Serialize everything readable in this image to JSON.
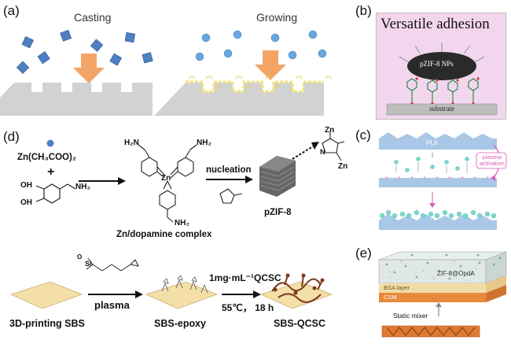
{
  "panels": {
    "a": {
      "letter": "(a)",
      "casting": "Casting",
      "growing": "Growing"
    },
    "b": {
      "letter": "(b)",
      "title": "Versatile adhesion",
      "np_label": "pZIF-8 NPs",
      "substrate": "substrate"
    },
    "c": {
      "letter": "(c)",
      "pla": "PLA",
      "plasma_activation": "plasma activation"
    },
    "d": {
      "letter": "(d)",
      "zinc_acetate": "Zn(CH₃COO)₂",
      "plus": "+",
      "oh1": "OH",
      "oh2": "OH",
      "nh2_dopamine": "NH₂",
      "complex_label": "Zn/dopamine complex",
      "complex_nh2_left": "H₂N",
      "complex_nh2_right": "NH₂",
      "complex_nh2_bottom": "NH₂",
      "complex_zn": "Zn",
      "nucleation": "nucleation",
      "pzif8": "pZIF-8",
      "zn_top": "Zn",
      "zn_bottom": "Zn",
      "n": "N",
      "plasma": "plasma",
      "concentration": "1mg·mL⁻¹QCSC",
      "conditions": "55℃， 18 h",
      "sbs_printing": "3D-printing SBS",
      "sbs_epoxy": "SBS-epoxy",
      "sbs_qcsc": "SBS-QCSC",
      "si": "Si",
      "o": "O"
    },
    "e": {
      "letter": "(e)",
      "zif_layer": "ZIF-8@OpdA",
      "bsa_layer": "BSA layer",
      "csm_layer": "CSM",
      "static_mixer": "Static mixer"
    }
  },
  "colors": {
    "crystal_blue": "#4f7fc0",
    "sphere_blue": "#6aa6e0",
    "arrow_orange": "#f2a466",
    "substrate_gray": "#d2d2d2",
    "pink_bg": "#f2d6ee",
    "plasma_pink": "#d95db8",
    "pla_blue": "#a9c7e6",
    "teal_particle": "#7ed6d0",
    "sbs_tan": "#f4dfa8",
    "qcsc_brown": "#7a3b1c",
    "csm_orange": "#e88a3c"
  }
}
